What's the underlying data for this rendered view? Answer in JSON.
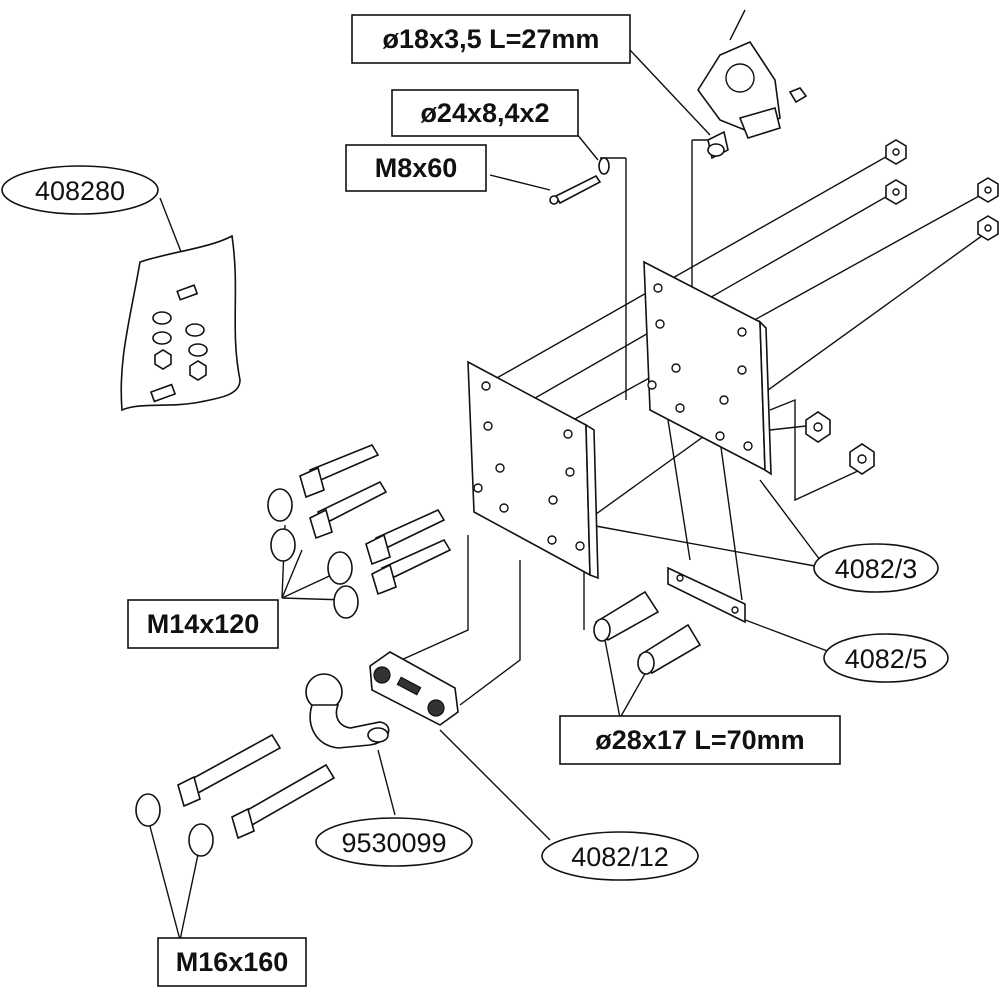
{
  "labels": {
    "sleeve_small": "ø18x3,5 L=27mm",
    "washer": "ø24x8,4x2",
    "bolt_m8": "M8x60",
    "kit": "408280",
    "bolt_m14": "M14x120",
    "plate": "4082/3",
    "spacer_plate": "4082/5",
    "sleeve_large": "ø28x17 L=70mm",
    "ball": "9530099",
    "bracket": "4082/12",
    "bolt_m16": "M16x160"
  }
}
